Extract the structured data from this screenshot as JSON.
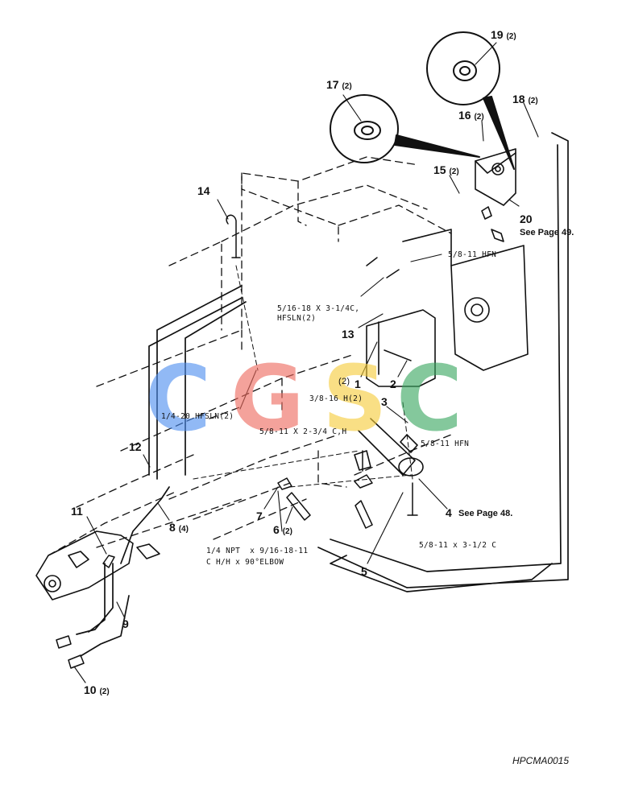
{
  "figure_code": "HPCMA0015",
  "watermark": {
    "letters": [
      "C",
      "G",
      "S",
      "C"
    ],
    "colors": [
      "#4f8ff0",
      "#ee6a5e",
      "#f6cc3c",
      "#3aa860"
    ]
  },
  "callouts": [
    {
      "id": "1",
      "qty": ""
    },
    {
      "id": "2",
      "qty": ""
    },
    {
      "id": "3",
      "qty": ""
    },
    {
      "id": "4",
      "qty": ""
    },
    {
      "id": "5",
      "qty": ""
    },
    {
      "id": "6",
      "qty": "(2)"
    },
    {
      "id": "7",
      "qty": ""
    },
    {
      "id": "8",
      "qty": "(4)"
    },
    {
      "id": "9",
      "qty": ""
    },
    {
      "id": "10",
      "qty": "(2)"
    },
    {
      "id": "11",
      "qty": ""
    },
    {
      "id": "12",
      "qty": ""
    },
    {
      "id": "13",
      "qty": ""
    },
    {
      "id": "14",
      "qty": ""
    },
    {
      "id": "15",
      "qty": "(2)"
    },
    {
      "id": "16",
      "qty": "(2)"
    },
    {
      "id": "17",
      "qty": "(2)"
    },
    {
      "id": "18",
      "qty": "(2)"
    },
    {
      "id": "19",
      "qty": "(2)"
    },
    {
      "id": "20",
      "qty": ""
    }
  ],
  "references": {
    "item4": "See Page 48.",
    "item20": "See Page 49."
  },
  "hardware_notes": {
    "n_58_hfn_top": "5/8-11 HFN",
    "n_516": "5/16-18 X 3-1/4C,\nHFSLN(2)",
    "n_qty2": "(2)",
    "n_38": "3/8-16 H(2)",
    "n_14": "1/4-20 HFSLN(2)",
    "n_58_234": "5/8-11 X 2-3/4 C,H",
    "n_58_hfn_mid": "5/8-11 HFN",
    "n_58_312": "5/8-11 x 3-1/2 C",
    "n_elbow": "1/4 NPT  x 9/16-18-11\nC H/H x 90°ELBOW"
  }
}
